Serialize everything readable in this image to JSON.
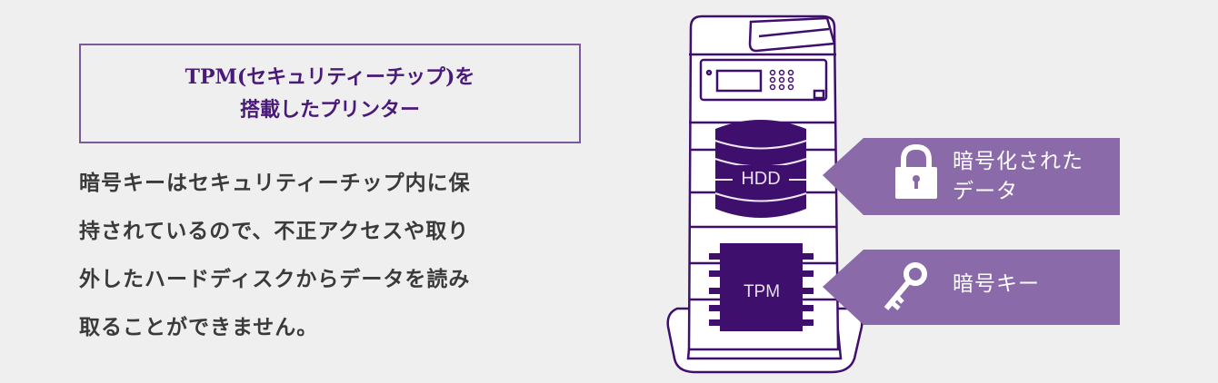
{
  "heading": {
    "line1": "TPM(セキュリティーチップ)を",
    "line2": "搭載したプリンター"
  },
  "description": [
    "暗号キーはセキュリティーチップ内に保",
    "持されているので、不正アクセスや取り",
    "外したハードディスクからデータを読み",
    "取ることができません。"
  ],
  "diagram": {
    "hdd_label": "HDD",
    "tpm_label": "TPM",
    "callouts": [
      {
        "icon": "lock-icon",
        "line1": "暗号化された",
        "line2": "データ"
      },
      {
        "icon": "key-icon",
        "line1": "暗号キー"
      }
    ]
  },
  "colors": {
    "accent_dark": "#3f0f6e",
    "callout": "#8a6aa8",
    "background": "#efefef"
  }
}
